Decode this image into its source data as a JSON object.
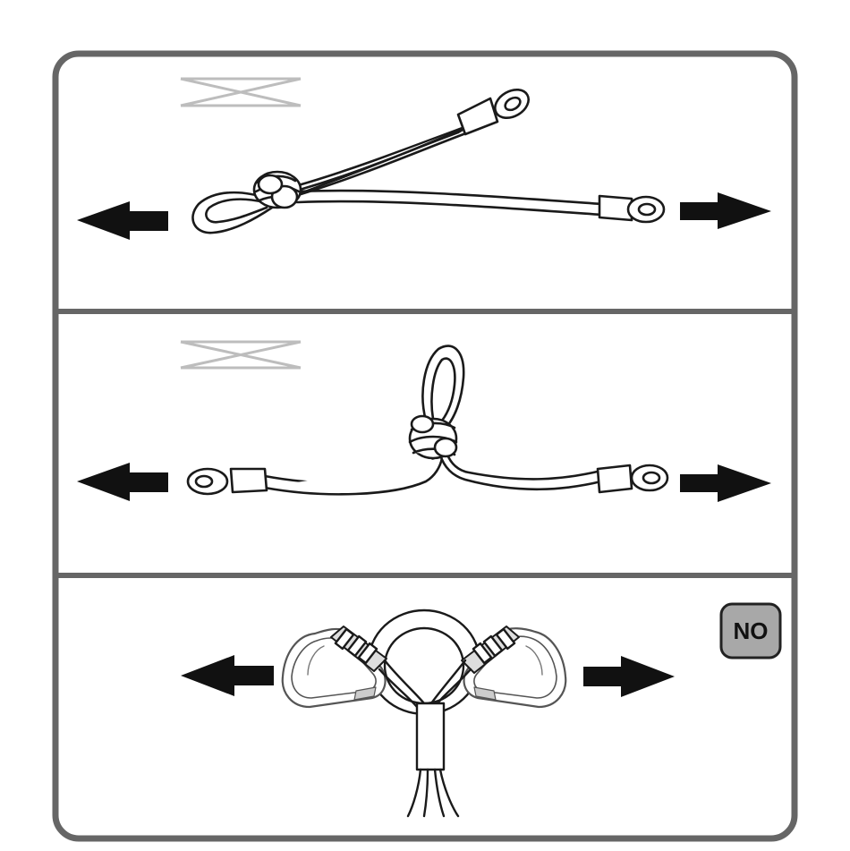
{
  "figure": {
    "panels": [
      {
        "id": "panel-1",
        "crossed_out": true
      },
      {
        "id": "panel-2",
        "crossed_out": true
      },
      {
        "id": "panel-3",
        "crossed_out": false,
        "badge": {
          "label": "NO"
        }
      }
    ]
  },
  "colors": {
    "frame": "#666666",
    "ink": "#1a1a1a",
    "cross": "#bdbdbd",
    "arrow": "#111111",
    "badge_fill": "#a8a8a8",
    "badge_border": "#222222"
  }
}
